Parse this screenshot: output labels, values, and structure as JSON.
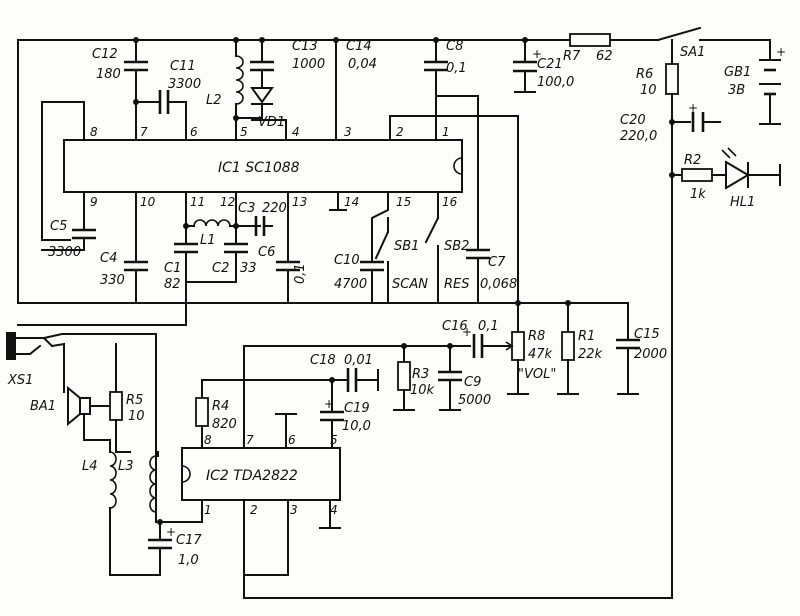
{
  "labels": {
    "ic1": "IC1 SC1088",
    "ic2": "IC2 TDA2822",
    "c12": "C12",
    "c12v": "180",
    "c11": "C11",
    "c11v": "3300",
    "l2": "L2",
    "vd1": "VD1",
    "c13": "C13",
    "c13v": "1000",
    "c14": "C14",
    "c14v": "0,04",
    "c8": "C8",
    "c8v": "0,1",
    "c21": "C21",
    "c21v": "100,0",
    "r7": "R7",
    "r7v": "62",
    "sa1": "SA1",
    "gb1": "GB1",
    "gb1v": "3B",
    "r6": "R6",
    "r6v": "10",
    "c20": "C20",
    "c20v": "220,0",
    "r2": "R2",
    "r2v": "1k",
    "hl1": "HL1",
    "c5": "C5",
    "c5v": "3300",
    "c4": "C4",
    "c4v": "330",
    "l1": "L1",
    "c3": "C3",
    "c3v": "220",
    "c1": "C1",
    "c1v": "82",
    "c2": "C2",
    "c2v": "33",
    "c6": "C6",
    "c6v": "0,1",
    "c10": "C10",
    "c10v": "4700",
    "sb1": "SB1",
    "scan": "SCAN",
    "sb2": "SB2",
    "res": "RES",
    "c7": "C7",
    "c7v": "0,068",
    "c16": "C16",
    "c16v": "0,1",
    "r8": "R8",
    "r8v": "47k",
    "vol": "\"VOL\"",
    "r1": "R1",
    "r1v": "22k",
    "c15": "C15",
    "c15v": "2000",
    "xs1": "XS1",
    "c18": "C18",
    "c18v": "0,01",
    "r3": "R3",
    "r3v": "10k",
    "c9": "C9",
    "c9v": "5000",
    "ba1": "BA1",
    "r5": "R5",
    "r5v": "10",
    "r4": "R4",
    "r4v": "820",
    "c19": "C19",
    "c19v": "10,0",
    "l4": "L4",
    "l3": "L3",
    "c17": "C17",
    "c17v": "1,0",
    "plus": "+"
  },
  "ic1_pins_top": [
    "8",
    "7",
    "6",
    "5",
    "4",
    "3",
    "2",
    "1"
  ],
  "ic1_pins_bottom": [
    "9",
    "10",
    "11",
    "12",
    "13",
    "14",
    "15",
    "16"
  ],
  "ic2_pins_top": [
    "8",
    "7",
    "6",
    "5"
  ],
  "ic2_pins_bottom": [
    "1",
    "2",
    "3",
    "4"
  ]
}
